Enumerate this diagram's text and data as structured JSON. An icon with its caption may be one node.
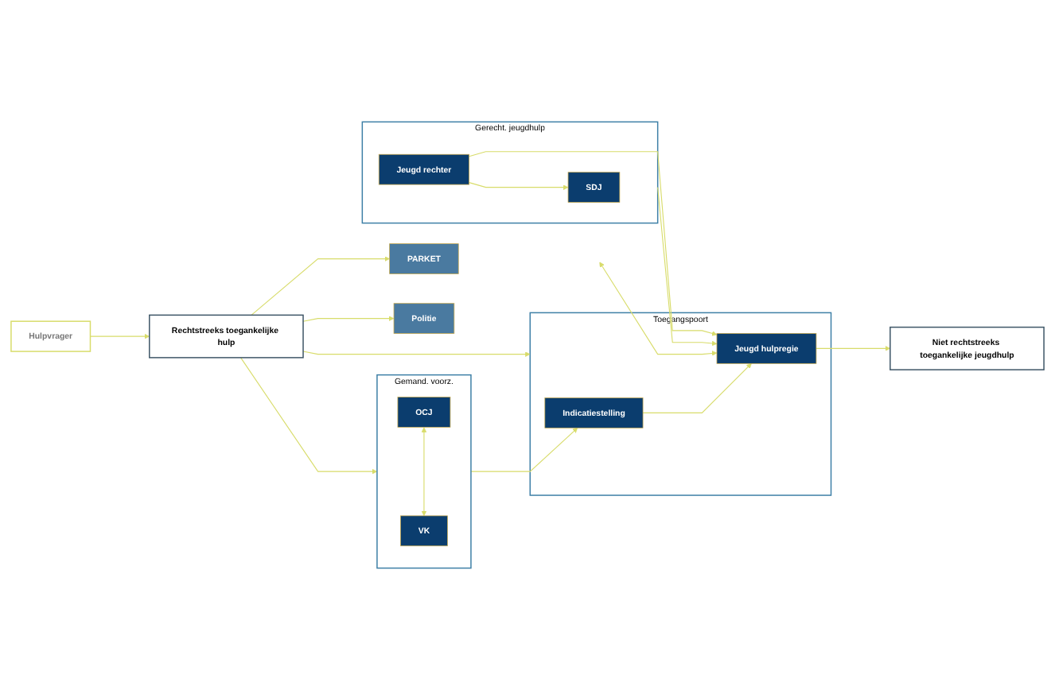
{
  "diagram": {
    "nodes": [
      {
        "text": [
          "Hulpvrager"
        ]
      },
      {
        "text": [
          "Rechtstreeks toegankelijke hulp"
        ]
      },
      {
        "text": [
          "Toegangspoort"
        ]
      },
      {
        "text": [
          "Indicatiestelling"
        ],
        "in": 2
      },
      {
        "text": [
          "Jeugd hulpregie"
        ],
        "in": 2
      },
      {
        "text": [
          "Gemand. voorz."
        ]
      },
      {
        "text": [
          "OCJ"
        ],
        "in": 5
      },
      {
        "text": [
          "VK"
        ],
        "in": 5
      },
      {
        "text": [
          "PARKET"
        ]
      },
      {
        "text": [
          "Gerecht. jeugdhulp"
        ]
      },
      {
        "text": [
          "SDJ"
        ],
        "in": 9
      },
      {
        "text": [
          "Jeugd rechter"
        ],
        "in": 9
      },
      {
        "text": [
          "Politie"
        ]
      },
      {
        "text": [
          "Niet rechtstreeks toegankelijke jeugdhulp"
        ]
      }
    ],
    "edges": [
      {
        "from": 0,
        "to": 1,
        "arrow": "to"
      },
      {
        "from": 1,
        "to": 2,
        "arrow": "to"
      },
      {
        "from": 1,
        "to": 5,
        "arrow": "to"
      },
      {
        "from": 1,
        "to": 8,
        "arrow": "to"
      },
      {
        "from": 1,
        "to": 12,
        "arrow": "to"
      },
      {
        "from": 5,
        "to": 3,
        "arrow": "to"
      },
      {
        "from": 3,
        "to": 4,
        "arrow": "to"
      },
      {
        "from": 9,
        "to": 4,
        "arrow": "to"
      },
      {
        "from": 11,
        "to": 4,
        "arrow": "to"
      },
      {
        "from": 11,
        "to": 10,
        "arrow": "to"
      },
      {
        "from": 6,
        "to": 7,
        "arrow": "both"
      },
      {
        "from": 4,
        "to": 13,
        "arrow": "to"
      },
      {
        "from": null,
        "to": 4,
        "arrow": "both"
      }
    ]
  }
}
